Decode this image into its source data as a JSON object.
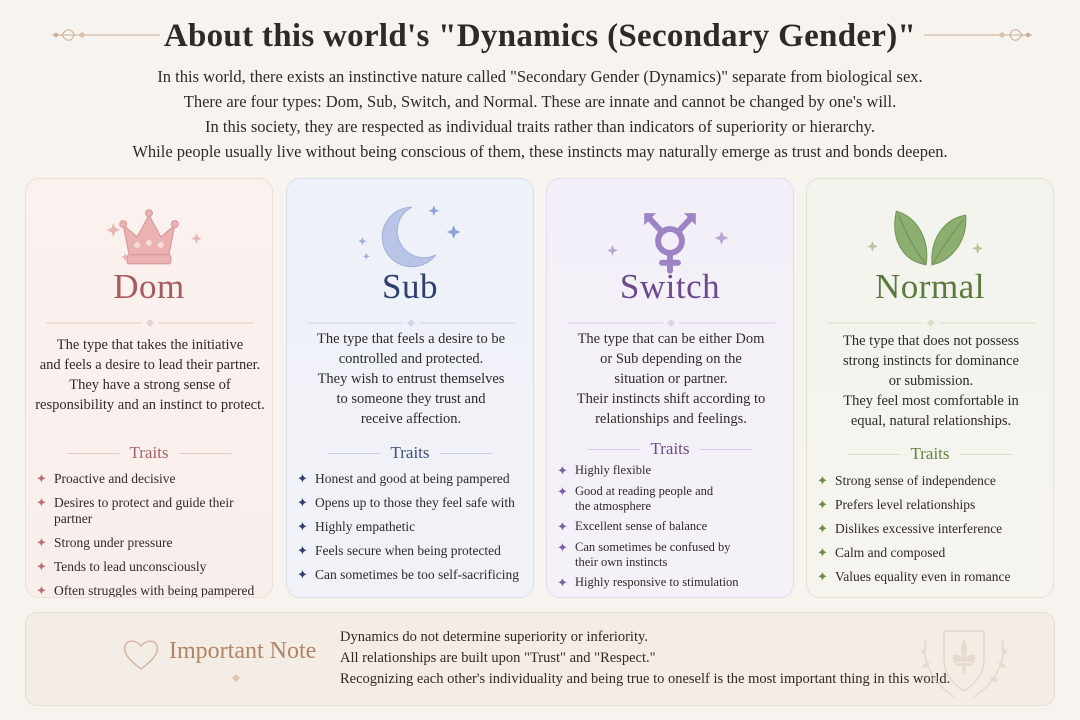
{
  "title": "About this world's \"Dynamics (Secondary Gender)\"",
  "intro": [
    "In this world, there exists an instinctive nature called \"Secondary Gender (Dynamics)\" separate from biological sex.",
    "There are four types: Dom, Sub, Switch, and Normal. These are innate and cannot be changed by one's will.",
    "In this society, they are respected as individual traits rather than indicators of superiority or hierarchy.",
    "While people usually live without being conscious of them, these instincts may naturally emerge as trust and bonds deepen."
  ],
  "traits_label": "Traits",
  "cards": [
    {
      "name": "Dom",
      "icon": "crown-icon",
      "color": "#a85a5e",
      "description": [
        "The type that takes the initiative",
        "and feels a desire to lead their partner.",
        "They have a strong sense of",
        "responsibility and an instinct to protect."
      ],
      "traits": [
        "Proactive and decisive",
        "Desires to protect and guide their partner",
        "Strong under pressure",
        "Tends to lead unconsciously",
        "Often struggles with being pampered"
      ]
    },
    {
      "name": "Sub",
      "icon": "crescent-moon-icon",
      "color": "#2e3f6e",
      "description": [
        "The type that feels a desire to be",
        "controlled and protected.",
        "They wish to entrust themselves",
        "to someone they trust and",
        "receive affection."
      ],
      "traits": [
        "Honest and good at being pampered",
        "Opens up to those they feel safe with",
        "Highly empathetic",
        "Feels secure when being protected",
        "Can sometimes be too self-sacrificing"
      ]
    },
    {
      "name": "Switch",
      "icon": "transgender-symbol-icon",
      "color": "#6a4a8c",
      "description": [
        "The type that can be either Dom",
        "or Sub depending on the",
        "situation or partner.",
        "Their instincts shift according to",
        "relationships and feelings."
      ],
      "traits": [
        [
          "Highly flexible"
        ],
        [
          "Good at reading people and",
          "the atmosphere"
        ],
        [
          "Excellent sense of balance"
        ],
        [
          "Can sometimes be confused by",
          "their own instincts"
        ],
        [
          "Highly responsive to stimulation"
        ]
      ]
    },
    {
      "name": "Normal",
      "icon": "leaves-icon",
      "color": "#5c7a3e",
      "description": [
        "The type that does not possess",
        "strong instincts for dominance",
        "or submission.",
        "They feel most comfortable in",
        "equal, natural relationships."
      ],
      "traits": [
        "Strong sense of independence",
        "Prefers level relationships",
        "Dislikes excessive interference",
        "Calm and composed",
        "Values equality even in romance"
      ]
    }
  ],
  "note": {
    "title": "Important Note",
    "icon": "heart-outline-icon",
    "crest_icon": "fleur-de-lis-crest-icon",
    "lines": [
      "Dynamics do not determine superiority or inferiority.",
      "All relationships are built upon \"Trust\" and \"Respect.\"",
      "Recognizing each other's individuality and being true to oneself is the most important thing in this world."
    ]
  }
}
